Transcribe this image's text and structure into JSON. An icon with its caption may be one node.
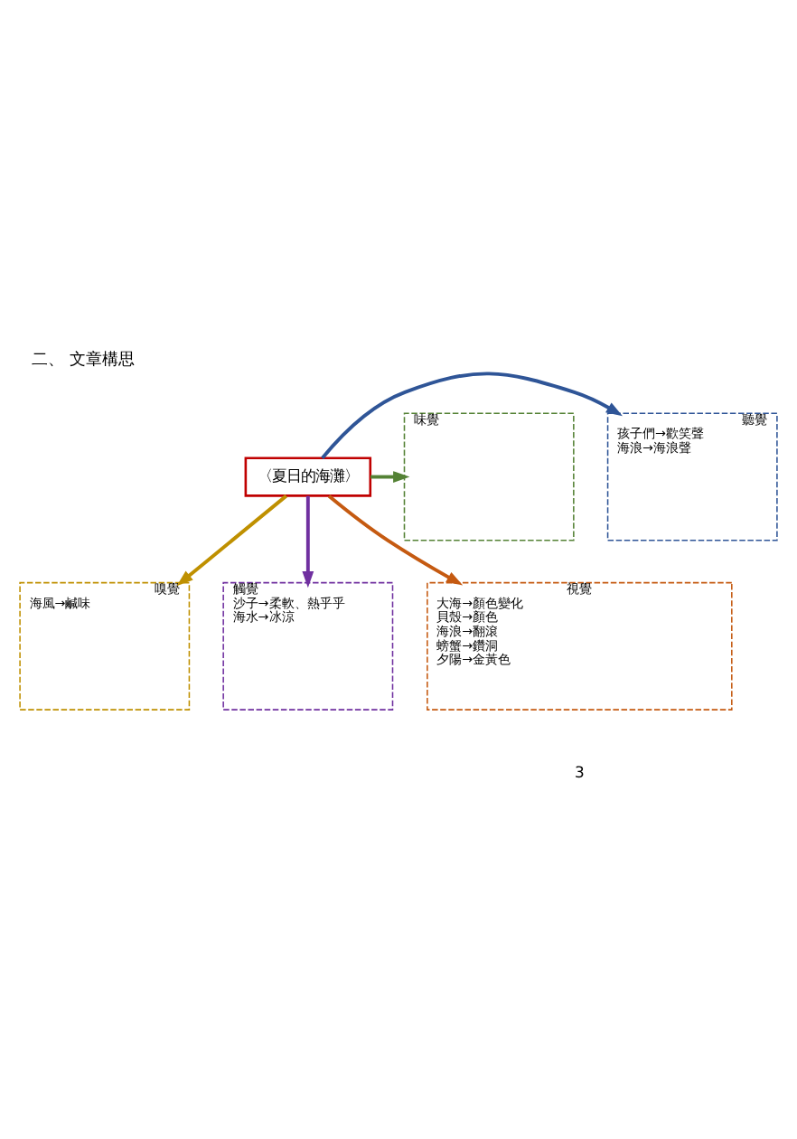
{
  "diagram": {
    "title": "二、 文章構思",
    "nodes": [
      {
        "text": [
          "〈夏日的海灘〉"
        ]
      },
      {
        "text": [
          "味覺"
        ]
      },
      {
        "text": [
          "聽覺",
          "孩子們→歡笑聲",
          "海浪→海浪聲"
        ]
      },
      {
        "text": [
          "嗅覺",
          "海風→鹹味"
        ]
      },
      {
        "text": [
          "觸覺",
          "沙子→柔軟、熱乎乎",
          "海水→冰涼"
        ]
      },
      {
        "text": [
          "視覺",
          "大海→顏色變化",
          "貝殼→顏色",
          "海浪→翻滾",
          "螃蟹→鑽洞",
          "夕陽→金黃色"
        ]
      }
    ],
    "edges": [
      {
        "from": 0,
        "to": 1,
        "arrow": "to",
        "color": "#548235"
      },
      {
        "from": 0,
        "to": 2,
        "arrow": "to",
        "color": "#2f5597"
      },
      {
        "from": 0,
        "to": 3,
        "arrow": "to",
        "color": "#bf9000"
      },
      {
        "from": 0,
        "to": 4,
        "arrow": "to",
        "color": "#7030a0"
      },
      {
        "from": 0,
        "to": 5,
        "arrow": "to",
        "color": "#c55a11"
      }
    ],
    "labels": [
      "3"
    ]
  }
}
